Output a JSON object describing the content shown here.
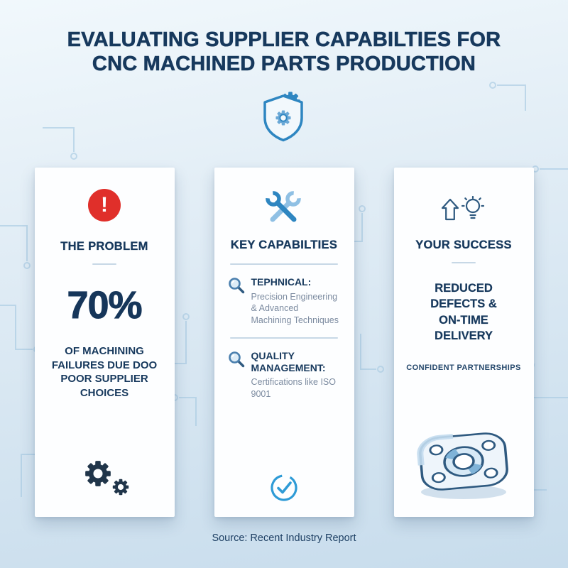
{
  "page": {
    "title_line1": "EVALUATING SUPPLIER CAPABILTIES FOR",
    "title_line2": "CNC MACHINED PARTS PRODUCTION",
    "footer_source": "Source: Recent Industry Report"
  },
  "icons": {
    "header_logo": "shield-gear",
    "alert_glyph": "!",
    "problem_bottom": "interlocking-gears",
    "capabilities_top": "crossed-wrenches",
    "capability_item": "magnifier",
    "capabilities_bottom": "check-circle",
    "success_top": "arrow-up-lightbulb",
    "success_bottom": "machined-flange-part",
    "background": "circuit-traces"
  },
  "cards": {
    "problem": {
      "heading": "THE PROBLEM",
      "stat_value": "70%",
      "description": "OF MACHINING FAILURES DUE DOO POOR SUPPLIER CHOICES"
    },
    "capabilities": {
      "heading": "KEY CAPABILTIES",
      "items": [
        {
          "label": "TEPHNICAL:",
          "text": "Precision Engineering & Advanced Machining Techniques"
        },
        {
          "label": "QUALITY MANAGEMENT:",
          "text": "Certifications like ISO 9001"
        }
      ]
    },
    "success": {
      "heading": "YOUR SUCCESS",
      "main_text": "REDUCED DEFECTS & ON-TIME DELIVERY",
      "sub_text": "CONFIDENT PARTNERSHIPS"
    }
  },
  "colors": {
    "navy": "#17395d",
    "accent_blue": "#2e86c1",
    "light_blue": "#8fc0e4",
    "alert_red": "#e02f2a",
    "card_bg": "#fdfeff",
    "muted_text": "#7c8ba0",
    "background_top": "#f1f8fc",
    "background_bottom": "#c7dcec"
  }
}
